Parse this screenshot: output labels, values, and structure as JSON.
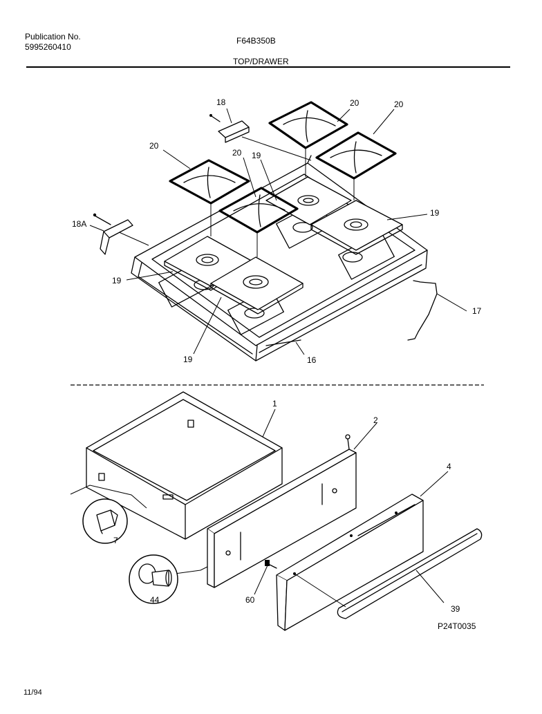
{
  "header": {
    "publication_label": "Publication No.",
    "publication_number": "5995260410",
    "model": "F64B350B",
    "section": "TOP/DRAWER"
  },
  "footer": {
    "date": "11/94",
    "drawing_id": "P24T0035"
  },
  "callouts": {
    "p18": "18",
    "p18a": "18A",
    "p20a": "20",
    "p20b": "20",
    "p20c": "20",
    "p20d": "20",
    "p19a": "19",
    "p19b": "19",
    "p19c": "19",
    "p19d": "19",
    "p17": "17",
    "p16": "16",
    "p1": "1",
    "p2": "2",
    "p4": "4",
    "p7": "7",
    "p44": "44",
    "p60": "60",
    "p39": "39"
  }
}
